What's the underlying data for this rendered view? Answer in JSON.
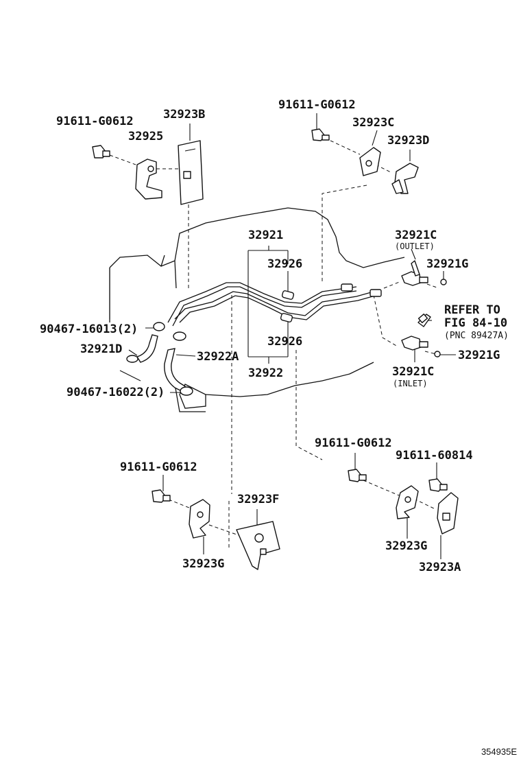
{
  "labels": {
    "l_91611_g0612_tl": "91611-G0612",
    "l_32923b": "32923B",
    "l_32925": "32925",
    "l_91611_g0612_tc": "91611-G0612",
    "l_32923c": "32923C",
    "l_32923d": "32923D",
    "l_32921": "32921",
    "l_32921c_out": "32921C",
    "l_outlet": "(OUTLET)",
    "l_32926_top": "32926",
    "l_32921g_top": "32921G",
    "l_refer1": "REFER TO",
    "l_refer2": "FIG 84-10",
    "l_refer3": "(PNC 89427A)",
    "l_90467_16013": "90467-16013(2)",
    "l_32921d": "32921D",
    "l_32926_bot": "32926",
    "l_32922a": "32922A",
    "l_32921g_bot": "32921G",
    "l_32922": "32922",
    "l_32921c_in": "32921C",
    "l_inlet": "(INLET)",
    "l_90467_16022": "90467-16022(2)",
    "l_91611_g0612_br": "91611-G0612",
    "l_91611_60814": "91611-60814",
    "l_91611_g0612_bl": "91611-G0612",
    "l_32923f": "32923F",
    "l_32923g_bl": "32923G",
    "l_32923g_br": "32923G",
    "l_32923a": "32923A"
  },
  "footer": {
    "code": "354935E"
  }
}
